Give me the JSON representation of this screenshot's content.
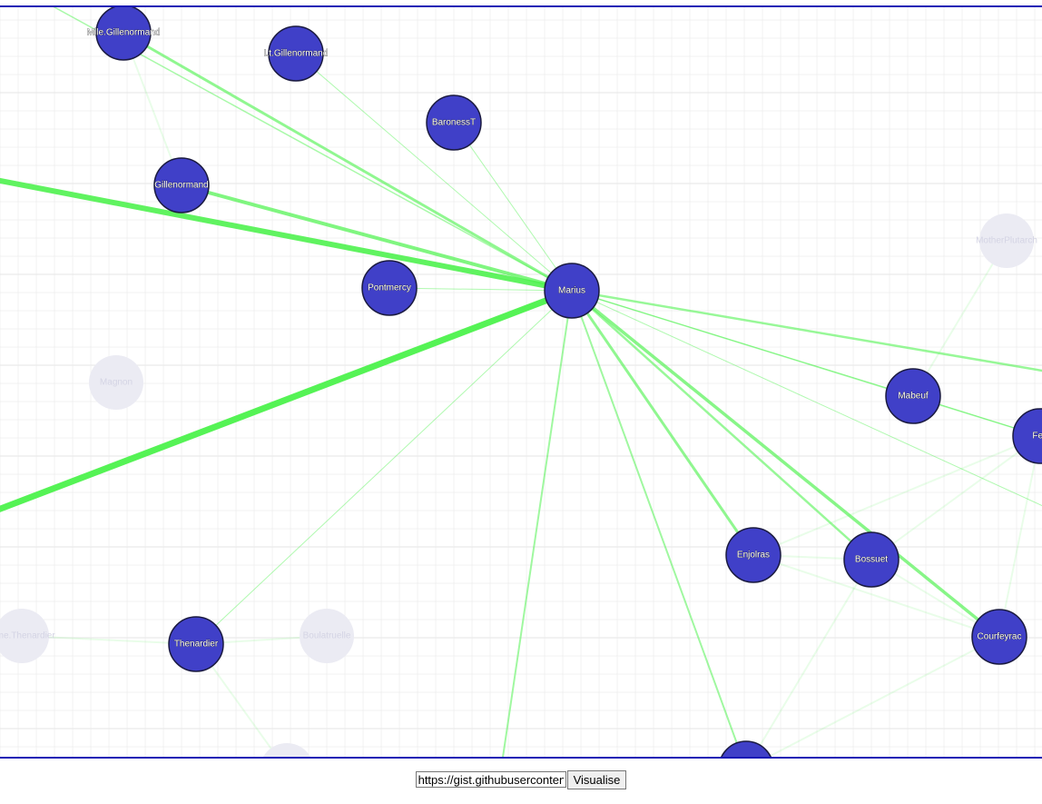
{
  "colors": {
    "node_fill": "#4040c8",
    "node_stroke": "#1a1a40",
    "faded_node_fill": "#ebebf3",
    "edge_color": "#4cf24c",
    "grid_color": "#e6e6e6",
    "frame_border": "#1a1ab5"
  },
  "graph": {
    "nodes": [
      {
        "id": "marius",
        "label": "Marius",
        "active": true
      },
      {
        "id": "mlle-gillenormand",
        "label": "Mlle.Gillenormand",
        "active": true
      },
      {
        "id": "lt-gillenormand",
        "label": "Lt.Gillenormand",
        "active": true
      },
      {
        "id": "baronesst",
        "label": "BaronessT",
        "active": true
      },
      {
        "id": "gillenormand",
        "label": "Gillenormand",
        "active": true
      },
      {
        "id": "pontmercy",
        "label": "Pontmercy",
        "active": true
      },
      {
        "id": "mabeuf",
        "label": "Mabeuf",
        "active": true
      },
      {
        "id": "feuilly",
        "label": "Feu",
        "active": true
      },
      {
        "id": "enjolras",
        "label": "Enjolras",
        "active": true
      },
      {
        "id": "bossuet",
        "label": "Bossuet",
        "active": true
      },
      {
        "id": "courfeyrac",
        "label": "Courfeyrac",
        "active": true
      },
      {
        "id": "thenardier",
        "label": "Thenardier",
        "active": true
      },
      {
        "id": "bottom-node",
        "label": "",
        "active": true
      },
      {
        "id": "mother-plutarch",
        "label": "MotherPlutarch",
        "active": false
      },
      {
        "id": "magnon",
        "label": "Magnon",
        "active": false
      },
      {
        "id": "mme-thenardier",
        "label": "Mme.Thenardier",
        "active": false
      },
      {
        "id": "boulatruelle",
        "label": "Boulatruelle",
        "active": false
      },
      {
        "id": "bottom-faded-node",
        "label": "",
        "active": false
      }
    ],
    "edges": [
      {
        "source": "marius",
        "target": "offscreen-left-1",
        "weight": 6
      },
      {
        "source": "marius",
        "target": "offscreen-left-2",
        "weight": 7
      },
      {
        "source": "marius",
        "target": "gillenormand",
        "weight": 4
      },
      {
        "source": "marius",
        "target": "mlle-gillenormand",
        "weight": 3
      },
      {
        "source": "marius",
        "target": "offscreen-topleft",
        "weight": 1.5
      },
      {
        "source": "marius",
        "target": "lt-gillenormand",
        "weight": 1
      },
      {
        "source": "marius",
        "target": "baronesst",
        "weight": 1
      },
      {
        "source": "marius",
        "target": "pontmercy",
        "weight": 1
      },
      {
        "source": "marius",
        "target": "thenardier",
        "weight": 1
      },
      {
        "source": "marius",
        "target": "offscreen-bottom",
        "weight": 2
      },
      {
        "source": "marius",
        "target": "bottom-node",
        "weight": 2
      },
      {
        "source": "marius",
        "target": "enjolras",
        "weight": 3
      },
      {
        "source": "marius",
        "target": "bossuet",
        "weight": 2.5
      },
      {
        "source": "marius",
        "target": "courfeyrac",
        "weight": 3.5
      },
      {
        "source": "marius",
        "target": "mabeuf",
        "weight": 1
      },
      {
        "source": "marius",
        "target": "feuilly",
        "weight": 1.5
      },
      {
        "source": "marius",
        "target": "offscreen-right",
        "weight": 2.5
      },
      {
        "source": "marius",
        "target": "offscreen-right-2",
        "weight": 1
      },
      {
        "source": "mabeuf",
        "target": "feuilly",
        "weight": 1
      }
    ]
  },
  "controls": {
    "url_value": "https://gist.githubusercontent.com/",
    "visualise_label": "Visualise"
  }
}
